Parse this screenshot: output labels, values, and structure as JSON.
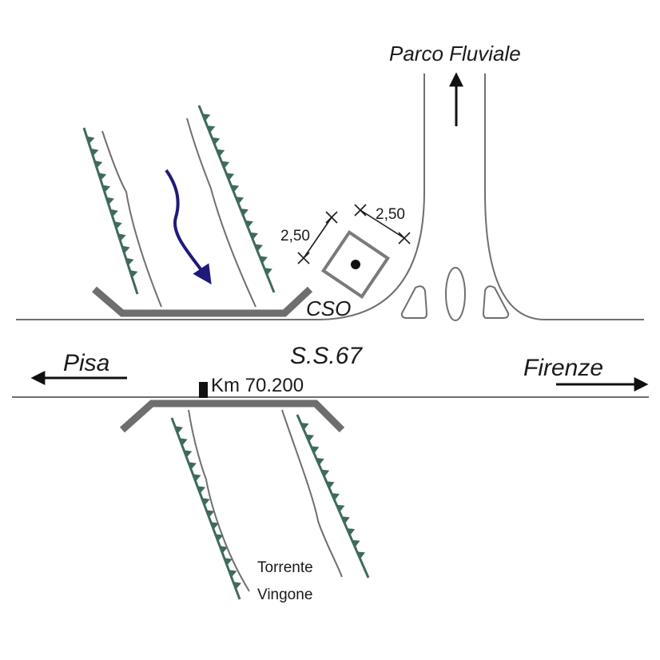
{
  "labels": {
    "road": "S.S.67",
    "west_destination": "Pisa",
    "east_destination": "Firenze",
    "north_destination": "Parco Fluviale",
    "kilometre_marker": "Km 70.200",
    "structure": "CSO",
    "dimension_a": "2,50",
    "dimension_b": "2,50",
    "stream_line1": "Torrente",
    "stream_line2": "Vingone"
  },
  "colors": {
    "outline": "#6f6f6f",
    "bridge": "#6e6e6e",
    "embankment": "#3e6b5c",
    "flow_arrow": "#1f1a7a",
    "text": "#1a1a1a"
  },
  "icons": {
    "flow": "curved-flow-arrow",
    "directions": [
      "arrow-left",
      "arrow-right",
      "arrow-up"
    ]
  }
}
